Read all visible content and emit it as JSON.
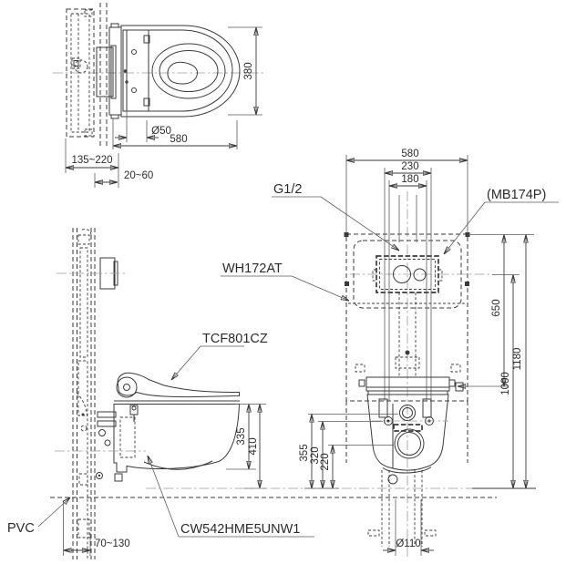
{
  "title": "Wall-hung toilet installation drawing",
  "labels": {
    "g12": "G1/2",
    "mb174p": "(MB174P)",
    "wh172at": "WH172AT",
    "tcf801cz": "TCF801CZ",
    "pvc": "PVC",
    "cw542": "CW542HME5UNW1"
  },
  "dims": {
    "top_580": "580",
    "top_380": "380",
    "top_o50": "Ø50",
    "range_135_220": "135~220",
    "range_20_60": "20~60",
    "front_580": "580",
    "front_230": "230",
    "front_180": "180",
    "v650": "650",
    "v1000": "1000",
    "v1180": "1180",
    "v355": "355",
    "v320": "320",
    "v220": "220",
    "s335": "335",
    "s410": "410",
    "o110": "Ø110",
    "range_70_130": "70~130"
  }
}
